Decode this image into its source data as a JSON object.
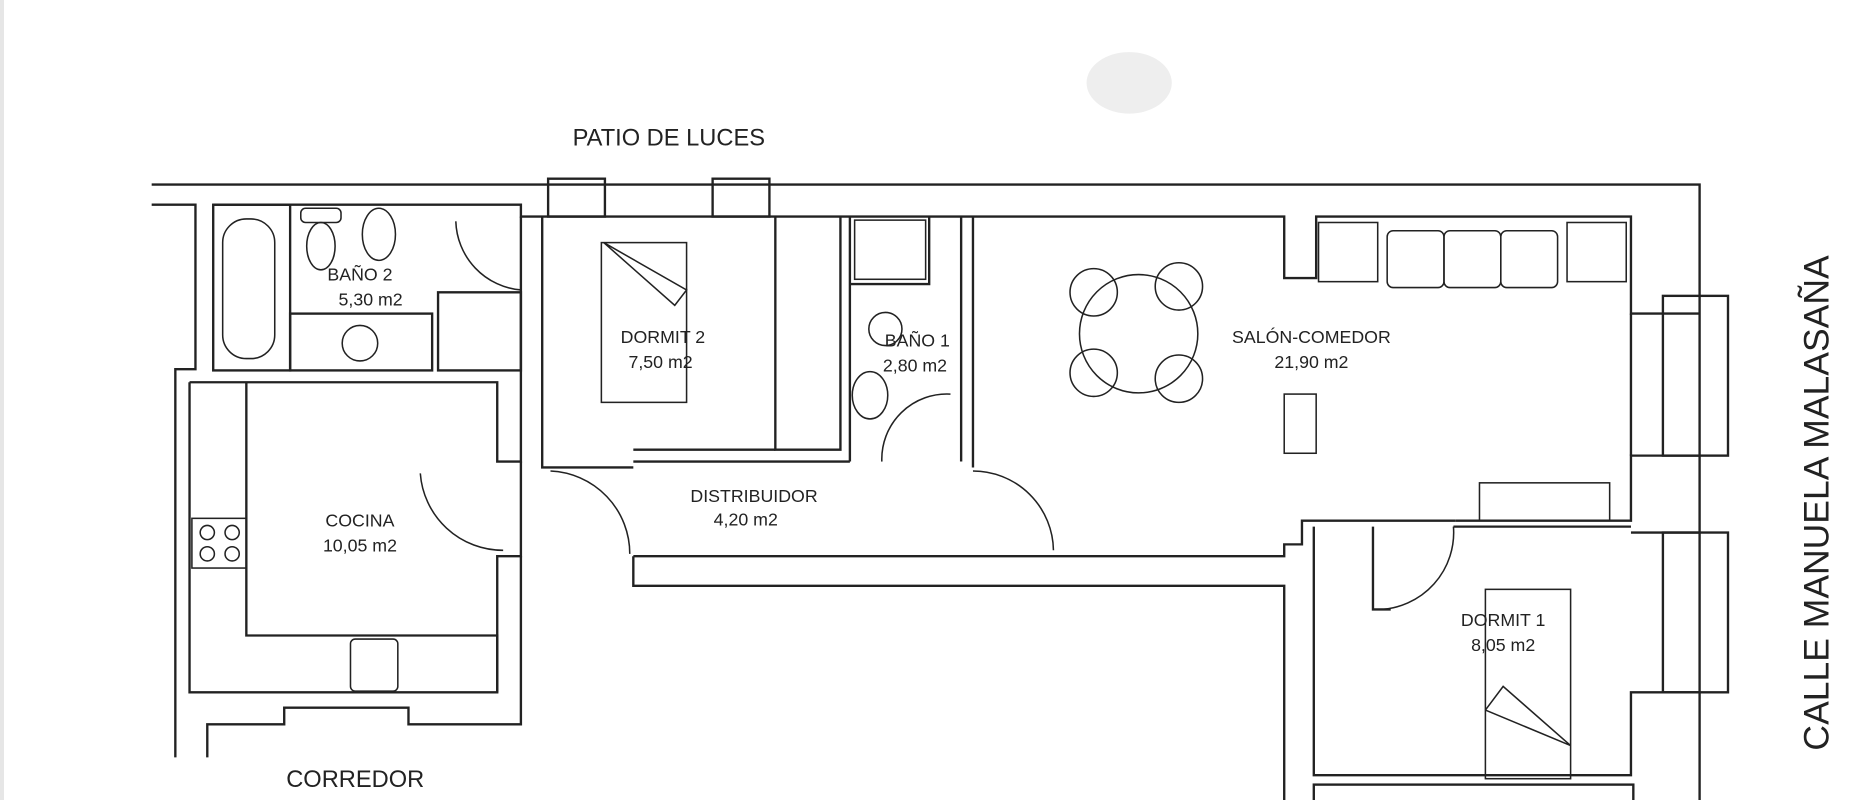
{
  "plan": {
    "top_label": "PATIO DE LUCES",
    "bottom_label": "CORREDOR",
    "street_label": "CALLE MANUELA MALASAÑA",
    "rooms": [
      {
        "name": "BAÑO 2",
        "area": "5,30 m2"
      },
      {
        "name": "DORMIT 2",
        "area": "7,50 m2"
      },
      {
        "name": "BAÑO 1",
        "area": "2,80 m2"
      },
      {
        "name": "SALÓN-COMEDOR",
        "area": "21,90 m2"
      },
      {
        "name": "COCINA",
        "area": "10,05 m2"
      },
      {
        "name": "DISTRIBUIDOR",
        "area": "4,20 m2"
      },
      {
        "name": "DORMIT 1",
        "area": "8,05 m2"
      }
    ]
  }
}
